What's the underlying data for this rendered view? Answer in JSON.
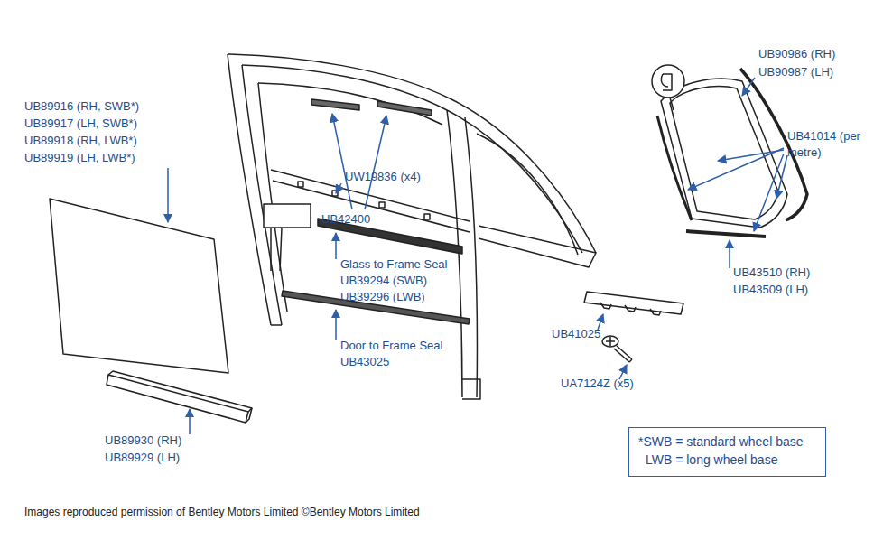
{
  "diagram": {
    "nodes": [
      {
        "text": [
          "*SWB = standard wheel base",
          "LWB = long wheel base"
        ]
      }
    ],
    "labels": [
      "UB89916 (RH, SWB*)",
      "UB89917 (LH, SWB*)",
      "UB89918 (RH, LWB*)",
      "UB89919 (LH, LWB*)",
      "UB42400",
      "UW19836 (x4)",
      "Glass to Frame Seal",
      "UB39294 (SWB)",
      "UB39296 (LWB)",
      "Door to Frame Seal",
      "UB43025",
      "UB89930 (RH)",
      "UB89929 (LH)",
      "UB90986 (RH)",
      "UB90987 (LH)",
      "UB41014 (per metre)",
      "UB43510 (RH)",
      "UB43509 (LH)",
      "UB41025",
      "UA7124Z (x5)",
      "Images reproduced permission of Bentley Motors Limited ©Bentley Motors Limited"
    ]
  }
}
